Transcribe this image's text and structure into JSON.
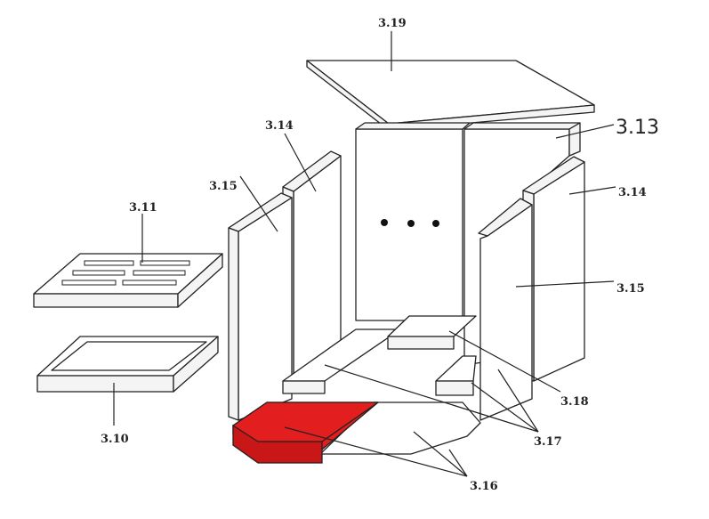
{
  "diagram": {
    "labels": {
      "top_plate": "3.19",
      "back_wall": "3.13",
      "left_side_back": "3.14",
      "left_side_front": "3.15",
      "grate": "3.11",
      "ash_tray": "3.10",
      "right_side_back": "3.14",
      "right_side_front": "3.15",
      "floor_rear": "3.18",
      "floor_strips": "3.17",
      "floor_front": "3.16"
    },
    "highlight_color": "#e21e1e"
  }
}
